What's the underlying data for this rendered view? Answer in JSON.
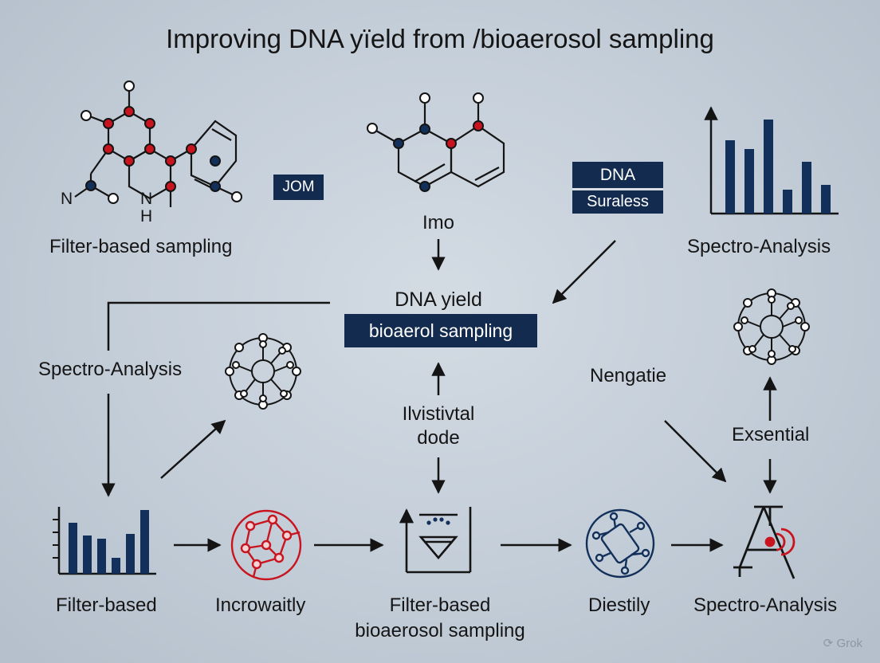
{
  "title": "Improving DNA yïeld from /bioaerosol sampling",
  "labels": {
    "filter_based_sampling_top": "Filter-based sampling",
    "mol_n_left": "N",
    "mol_n_right": "N",
    "mol_h": "H",
    "jom_badge": "JOM",
    "imo": "Imo",
    "dna_badge": "DNA",
    "suraless_badge": "Suraless",
    "spectro_analysis_top": "Spectro-Analysis",
    "dna_yield": "DNA yield",
    "bioaerol_sampling": "bioaerol sampling",
    "spectro_analysis_left": "Spectro-Analysis",
    "nengatie": "Nengatie",
    "ilvistivtal_line1": "Ilvistivtal",
    "ilvistivtal_line2": "dode",
    "exsential": "Exsential",
    "filter_based_bottom": "Filter-based",
    "incrowaitly": "Incrowaitly",
    "filter_based_bio_line1": "Filter-based",
    "filter_based_bio_line2": "bioaerosol sampling",
    "diestily": "Diestily",
    "spectro_analysis_bottom": "Spectro-Analysis",
    "watermark": "Grok"
  },
  "colors": {
    "navy": "#13305a",
    "red": "#c8141e",
    "line": "#141414",
    "badge_bg": "#132b4f"
  },
  "icons": {
    "molecule_left": "molecule-icon",
    "molecule_center": "molecule-icon",
    "bar_chart_top": "bar-chart-icon",
    "bar_chart_bottom": "bar-chart-icon",
    "network_left": "network-sphere-icon",
    "network_right": "network-sphere-icon",
    "red_network": "red-network-icon",
    "filter_device": "filter-device-icon",
    "circuit_globe": "circuit-globe-icon",
    "spectro_instrument": "spectrometer-icon"
  }
}
